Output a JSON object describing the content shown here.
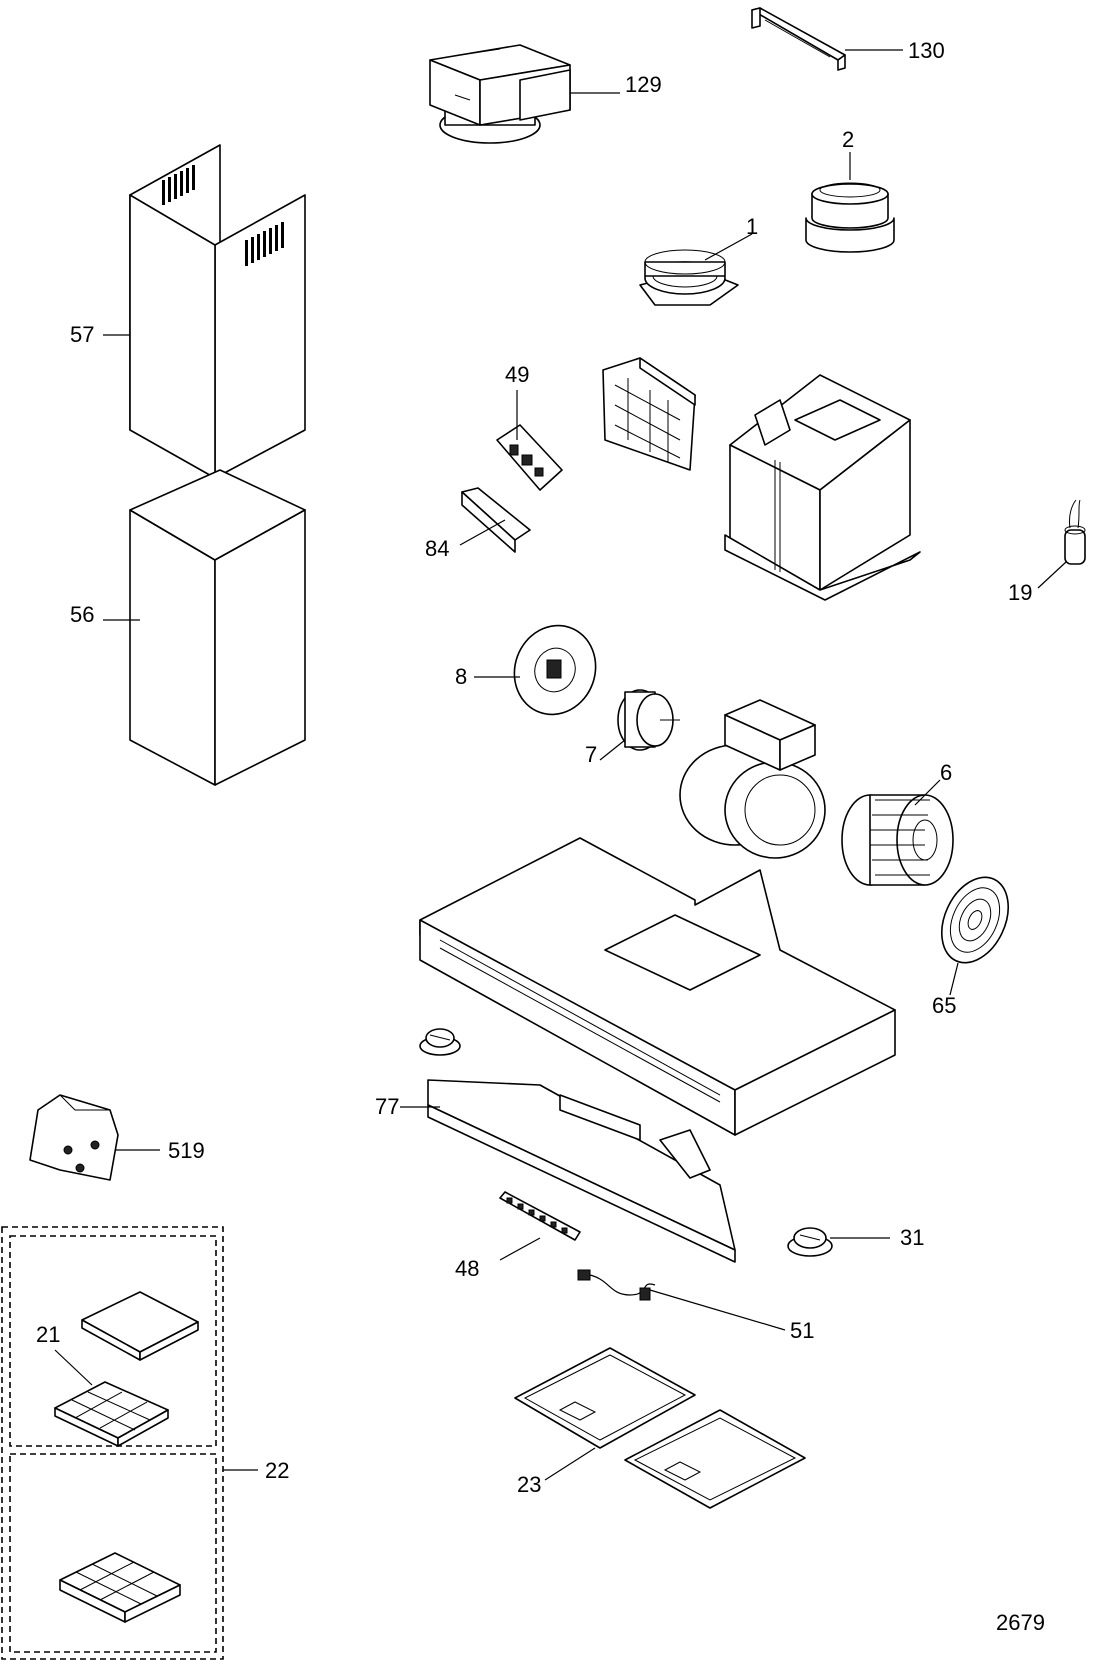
{
  "diagram": {
    "drawing_number": "2679",
    "callouts": {
      "p1": "1",
      "p2": "2",
      "p6": "6",
      "p7": "7",
      "p8": "8",
      "p19": "19",
      "p21": "21",
      "p22": "22",
      "p23": "23",
      "p31": "31",
      "p48": "48",
      "p49": "49",
      "p51": "51",
      "p56": "56",
      "p57": "57",
      "p65": "65",
      "p77": "77",
      "p84": "84",
      "p129": "129",
      "p130": "130",
      "p519": "519"
    }
  }
}
